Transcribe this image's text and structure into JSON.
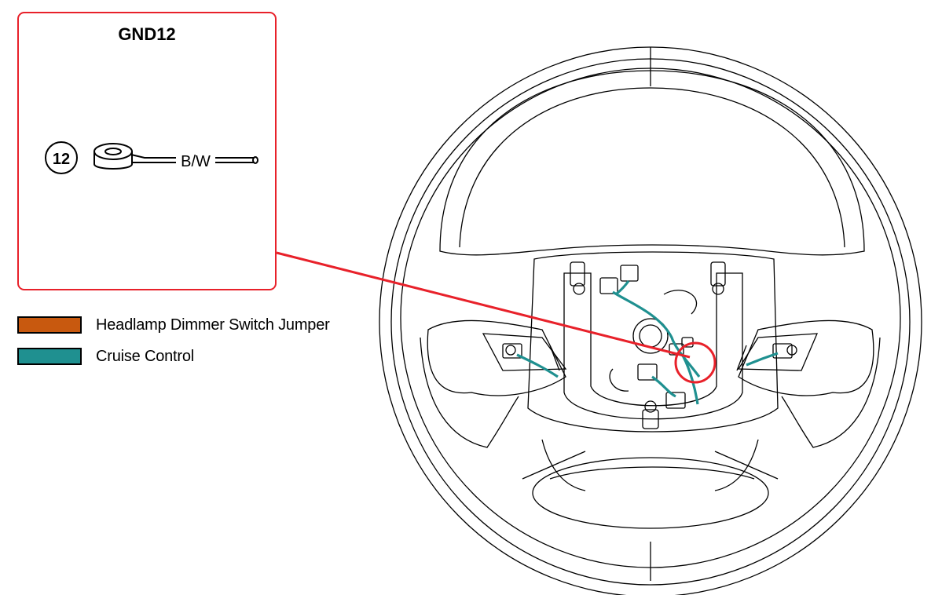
{
  "callout": {
    "title": "GND12",
    "ground_number": "12",
    "wire_code": "B/W"
  },
  "legend": {
    "items": [
      {
        "label": "Headlamp Dimmer Switch Jumper",
        "color": "#c8590f"
      },
      {
        "label": "Cruise Control",
        "color": "#1f9090"
      }
    ]
  },
  "colors": {
    "callout_border": "#e8212a",
    "leader_line": "#e8212a",
    "locator_circle": "#e8212a",
    "cruise_wire": "#1f9090",
    "line_art": "#000000"
  }
}
